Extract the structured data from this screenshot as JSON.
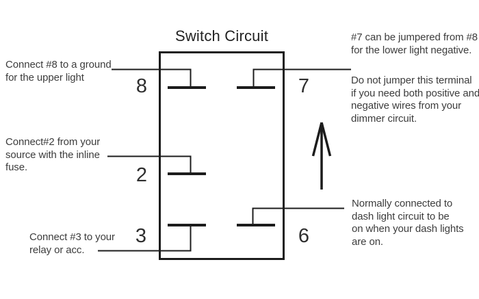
{
  "title": "Switch Circuit",
  "pins": {
    "p8": "8",
    "p2": "2",
    "p3": "3",
    "p7": "7",
    "p6": "6"
  },
  "annotations": {
    "pin8": {
      "lines": [
        "Connect #8 to a ground",
        "for the upper light"
      ]
    },
    "pin2": {
      "lines": [
        "Connect#2 from your",
        "source with the inline",
        "fuse."
      ]
    },
    "pin3": {
      "lines": [
        "Connect #3 to your",
        "relay or acc."
      ]
    },
    "pin7_top": {
      "lines": [
        "#7 can be jumpered from #8",
        "for the lower light negative."
      ]
    },
    "pin7_warning": {
      "lines": [
        "Do not jumper this terminal",
        "if you need both positive and",
        "negative wires from your",
        "dimmer circuit."
      ]
    },
    "pin6": {
      "lines": [
        "Normally connected to",
        "dash light circuit to be",
        "on when your dash lights",
        "are on."
      ]
    }
  },
  "colors": {
    "line": "#1c1c1c",
    "text": "#3c3c3c",
    "background": "#ffffff"
  }
}
